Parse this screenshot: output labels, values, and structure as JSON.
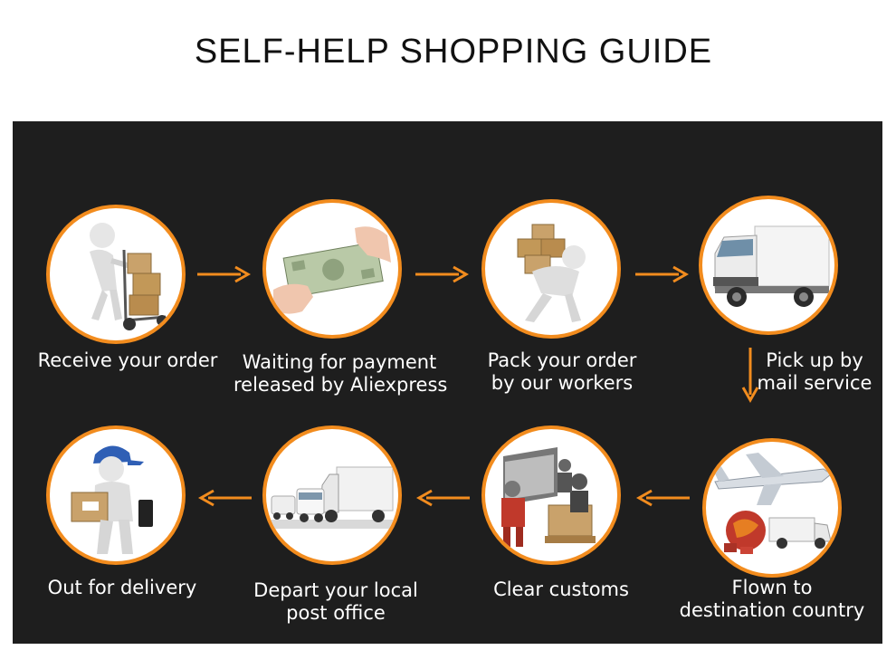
{
  "title": "SELF-HELP SHOPPING GUIDE",
  "colors": {
    "accent": "#f28c1e",
    "panel": "#1e1e1e",
    "text": "#ffffff"
  },
  "steps": [
    {
      "icon": "worker-hand-truck-icon",
      "line1": "Receive your order",
      "line2": ""
    },
    {
      "icon": "money-payment-icon",
      "line1": "Waiting for payment",
      "line2": "released by Aliexpress"
    },
    {
      "icon": "worker-carrying-boxes-icon",
      "line1": "Pack your order",
      "line2": "by our workers"
    },
    {
      "icon": "delivery-truck-icon",
      "line1": "Pick up by",
      "line2": "mail service"
    },
    {
      "icon": "airplane-icon",
      "line1": "Flown to",
      "line2": "destination country"
    },
    {
      "icon": "customs-robots-icon",
      "line1": "Clear customs",
      "line2": ""
    },
    {
      "icon": "truck-fleet-icon",
      "line1": "Depart your local",
      "line2": "post office"
    },
    {
      "icon": "courier-icon",
      "line1": "Out for delivery",
      "line2": ""
    }
  ]
}
